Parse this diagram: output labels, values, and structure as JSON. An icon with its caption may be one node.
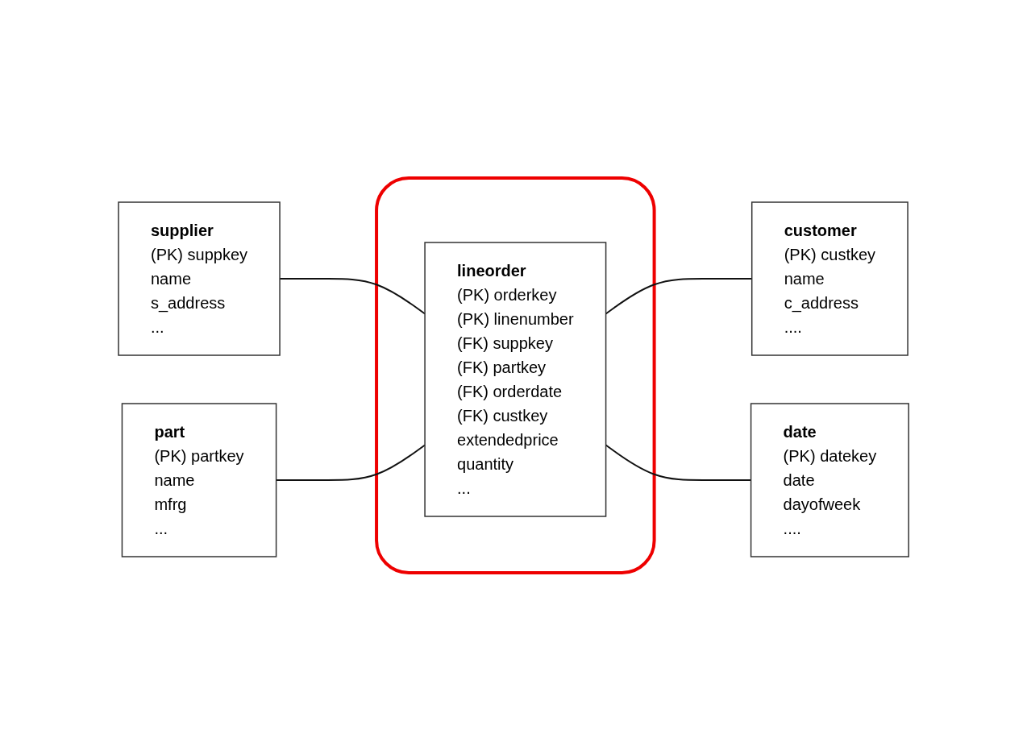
{
  "diagram": {
    "nodes": [
      {
        "text": [
          "supplier",
          "(PK) suppkey",
          "name",
          "s_address",
          "..."
        ]
      },
      {
        "text": [
          "customer",
          "(PK) custkey",
          "name",
          "c_address",
          "...."
        ]
      },
      {
        "text": [],
        "shape": "box"
      },
      {
        "text": [
          "lineorder",
          "(PK) orderkey",
          "(PK) linenumber",
          "(FK) suppkey",
          "(FK) partkey",
          "(FK) orderdate",
          "(FK) custkey",
          "extendedprice",
          "quantity",
          "..."
        ],
        "in": 2
      },
      {
        "text": [
          "part",
          "(PK) partkey",
          "name",
          "mfrg",
          "..."
        ]
      },
      {
        "text": [
          "date",
          "(PK) datekey",
          "date",
          "dayofweek",
          "...."
        ]
      }
    ],
    "edges": [
      {
        "from": 0,
        "to": 3,
        "arrow": "none"
      },
      {
        "from": 3,
        "to": 1,
        "arrow": "none"
      },
      {
        "from": 4,
        "to": 3,
        "arrow": "none"
      },
      {
        "from": 3,
        "to": 5,
        "arrow": "none"
      }
    ]
  }
}
